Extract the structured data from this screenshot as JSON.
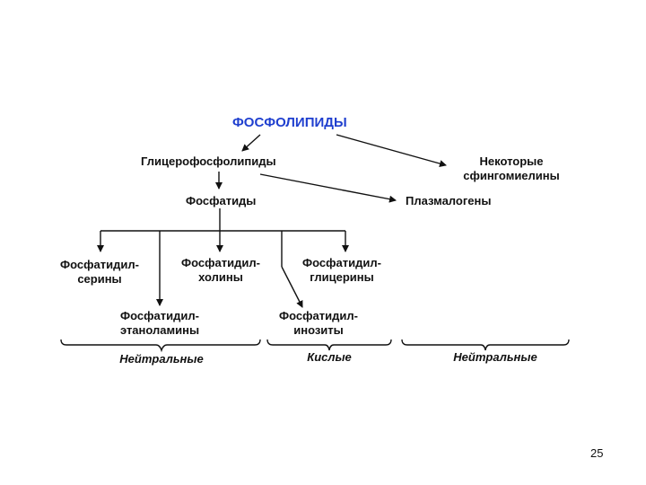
{
  "diagram": {
    "title": "ФОСФОЛИПИДЫ",
    "glycerophospholipids": "Глицерофосфолипиды",
    "some_sphingomyelins": [
      "Некоторые",
      "сфингомиелины"
    ],
    "phosphatides": "Фосфатиды",
    "plasmalogens": "Плазмалогены",
    "phosphatidylserines": [
      "Фосфатидил-",
      "серины"
    ],
    "phosphatidylethanolamines": [
      "Фосфатидил-",
      "этаноламины"
    ],
    "phosphatidylcholines": [
      "Фосфатидил-",
      "холины"
    ],
    "phosphatidylglycerols": [
      "Фосфатидил-",
      "глицерины"
    ],
    "phosphatidylinositols": [
      "Фосфатидил-",
      "инозиты"
    ],
    "group_neutral_left": "Нейтральные",
    "group_acidic": "Кислые",
    "group_neutral_right": "Нейтральные"
  },
  "page_number": "25",
  "colors": {
    "title": "#1f3fcf",
    "text": "#111111",
    "lines": "#111111"
  }
}
